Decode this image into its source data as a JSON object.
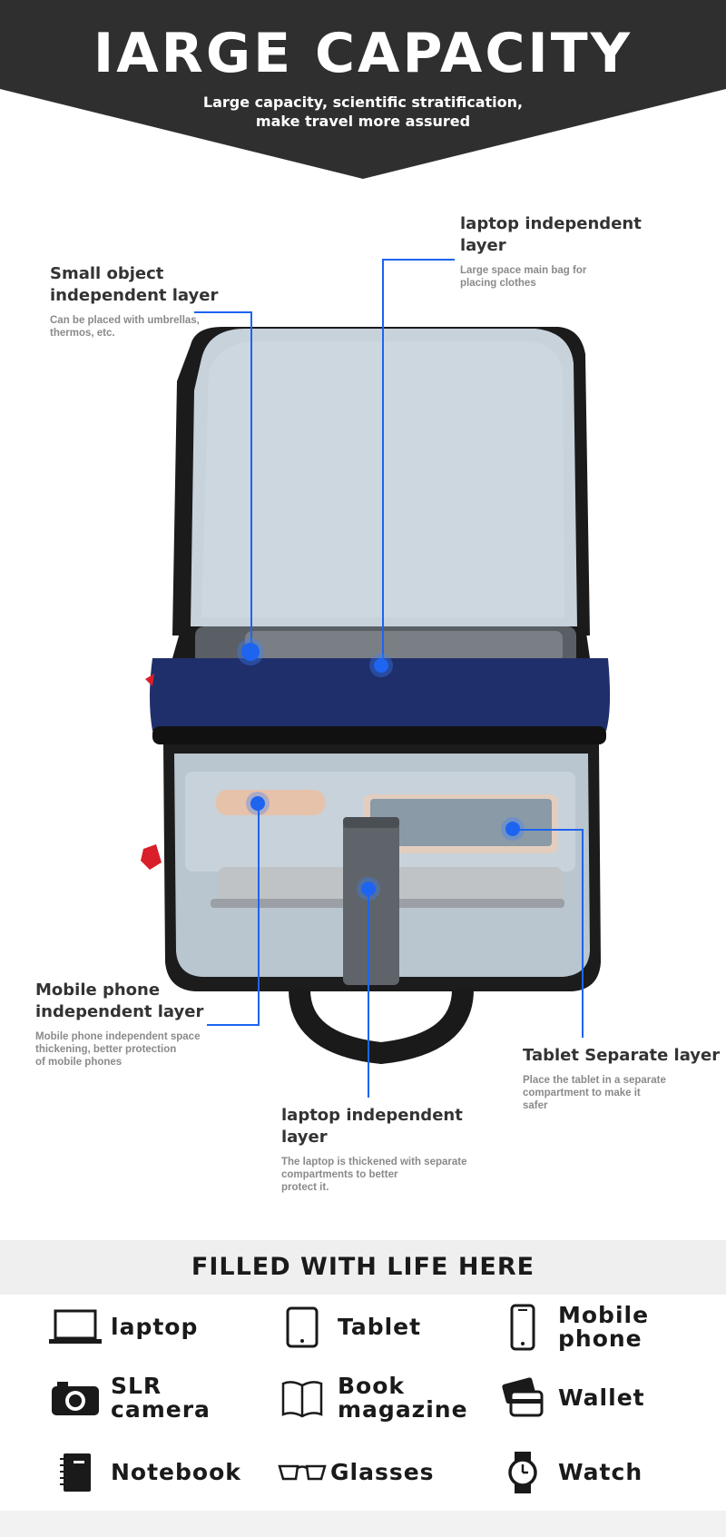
{
  "banner": {
    "title": "IARGE CAPACITY",
    "subtitle_line1": "Large capacity, scientific stratification,",
    "subtitle_line2": "make travel more assured"
  },
  "callouts": {
    "small_object": {
      "title_line1": "Small object",
      "title_line2": "independent layer",
      "desc_line1": "Can be placed with umbrellas,",
      "desc_line2": "thermos, etc."
    },
    "laptop_top": {
      "title_line1": "laptop independent",
      "title_line2": "layer",
      "desc_line1": "Large space main bag for",
      "desc_line2": "placing clothes"
    },
    "mobile_phone": {
      "title_line1": "Mobile phone",
      "title_line2": "independent layer",
      "desc_line1": "Mobile phone independent space",
      "desc_line2": "thickening, better protection",
      "desc_line3": "of mobile phones"
    },
    "tablet": {
      "title_line1": "Tablet Separate layer",
      "desc_line1": "Place the tablet in a separate",
      "desc_line2": "compartment to make it",
      "desc_line3": "safer"
    },
    "laptop_bottom": {
      "title_line1": "laptop independent",
      "title_line2": "layer",
      "desc_line1": "The laptop is thickened with separate",
      "desc_line2": "compartments to better",
      "desc_line3": "protect it."
    }
  },
  "filled": {
    "title": "FILLED WITH LIFE HERE",
    "items": [
      {
        "icon": "laptop-icon",
        "line1": "laptop",
        "line2": ""
      },
      {
        "icon": "tablet-icon",
        "line1": "Tablet",
        "line2": ""
      },
      {
        "icon": "mobile-phone-icon",
        "line1": "Mobile",
        "line2": "phone"
      },
      {
        "icon": "camera-icon",
        "line1": "SLR",
        "line2": "camera"
      },
      {
        "icon": "book-icon",
        "line1": "Book",
        "line2": "magazine"
      },
      {
        "icon": "wallet-icon",
        "line1": "Wallet",
        "line2": ""
      },
      {
        "icon": "notebook-icon",
        "line1": "Notebook",
        "line2": ""
      },
      {
        "icon": "glasses-icon",
        "line1": "Glasses",
        "line2": ""
      },
      {
        "icon": "watch-icon",
        "line1": "Watch",
        "line2": ""
      }
    ]
  },
  "colors": {
    "banner_bg": "#2f2f2f",
    "accent_blue": "#1d64f0",
    "lining": "#c9d3dc",
    "navy": "#1f2f6b"
  }
}
